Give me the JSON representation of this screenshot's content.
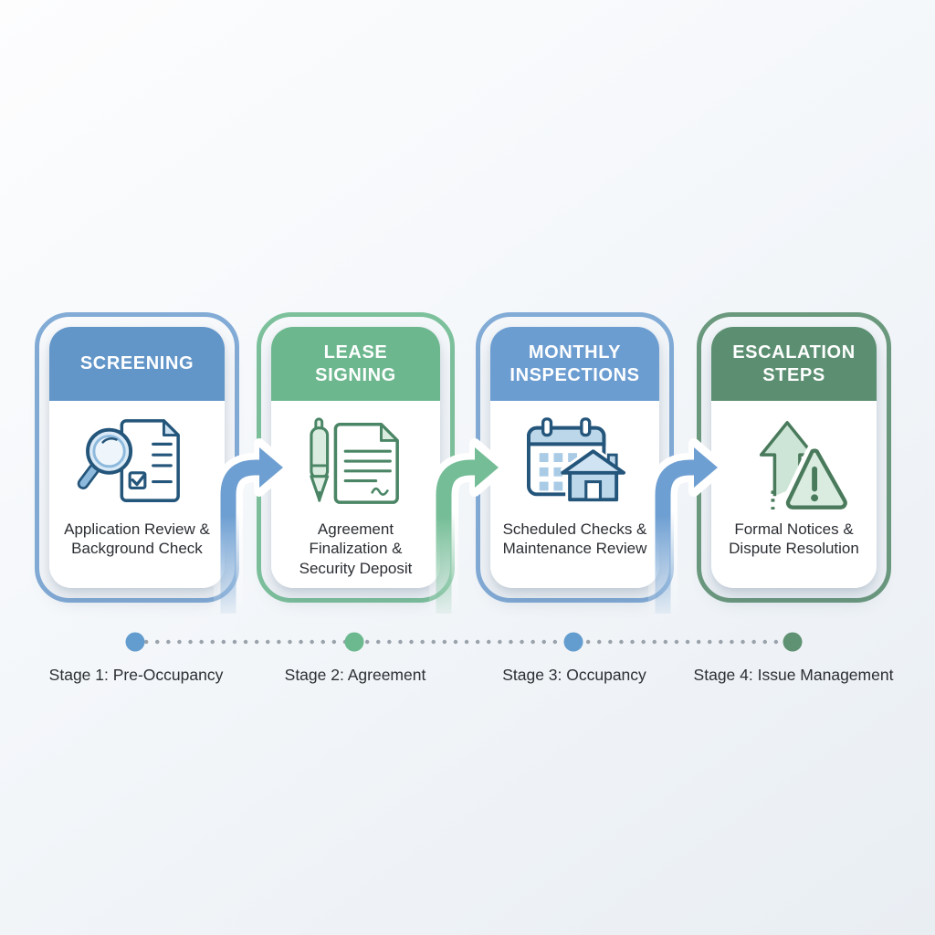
{
  "stages": [
    {
      "header": "SCREENING",
      "description": "Application Review & Background Check",
      "stage_label": "Stage 1: Pre-Occupancy",
      "icon": "magnifier-document-icon",
      "header_color": "#6295c8",
      "outline_color": "#82abd6",
      "dot_color": "#639cce"
    },
    {
      "header": "LEASE SIGNING",
      "description": "Agreement Finalization & Security Deposit",
      "stage_label": "Stage 2: Agreement",
      "icon": "pen-contract-icon",
      "header_color": "#6cb78e",
      "outline_color": "#7dc19c",
      "dot_color": "#6cb98f"
    },
    {
      "header": "MONTHLY INSPECTIONS",
      "description": "Scheduled Checks & Maintenance Review",
      "stage_label": "Stage 3: Occupancy",
      "icon": "calendar-house-icon",
      "header_color": "#6c9dd1",
      "outline_color": "#82abd6",
      "dot_color": "#639cce"
    },
    {
      "header": "ESCALATION STEPS",
      "description": "Formal Notices & Dispute Resolution",
      "stage_label": "Stage 4: Issue Management",
      "icon": "up-arrow-warning-icon",
      "header_color": "#5c8f71",
      "outline_color": "#6b997e",
      "dot_color": "#5f9173"
    }
  ],
  "arrows": [
    {
      "direction": "right",
      "color": "#6e9fd2"
    },
    {
      "direction": "right",
      "color": "#74bd96"
    },
    {
      "direction": "right",
      "color": "#6e9fd2"
    }
  ],
  "timeline": {
    "track_color": "#9aa2ab"
  }
}
